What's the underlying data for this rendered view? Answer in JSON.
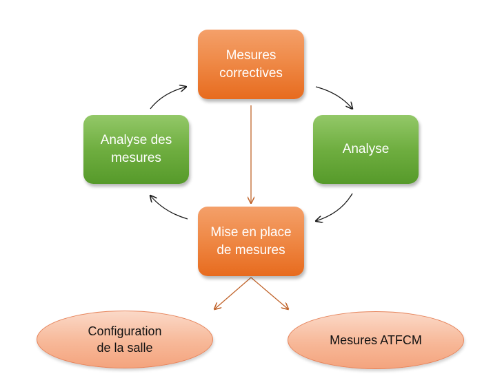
{
  "diagram": {
    "nodes": {
      "mesures_correctives": "Mesures\ncorrectives",
      "analyse": "Analyse",
      "analyse_des_mesures": "Analyse des\nmesures",
      "mise_en_place": "Mise en place\nde mesures",
      "configuration_salle": "Configuration\nde la salle",
      "mesures_atfcm": "Mesures ATFCM"
    },
    "colors": {
      "orange": "#ee7d36",
      "green": "#6fae40",
      "salmon": "#f7b898",
      "cycle_arrow": "#1a1a1a",
      "orange_arrow": "#c0632a"
    }
  }
}
